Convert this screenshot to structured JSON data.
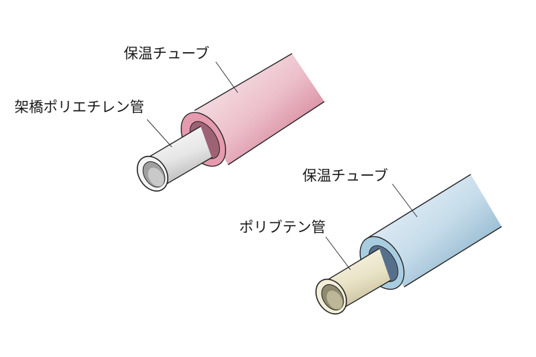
{
  "diagram": {
    "pipe1": {
      "outer_label": "保温チューブ",
      "inner_label": "架橋ポリエチレン管",
      "outer_color": "#d8869b",
      "inner_color": "#e6e6e6"
    },
    "pipe2": {
      "outer_label": "保温チューブ",
      "inner_label": "ポリブテン管",
      "outer_color": "#7fb0cc",
      "inner_color": "#e9e3c6"
    }
  }
}
